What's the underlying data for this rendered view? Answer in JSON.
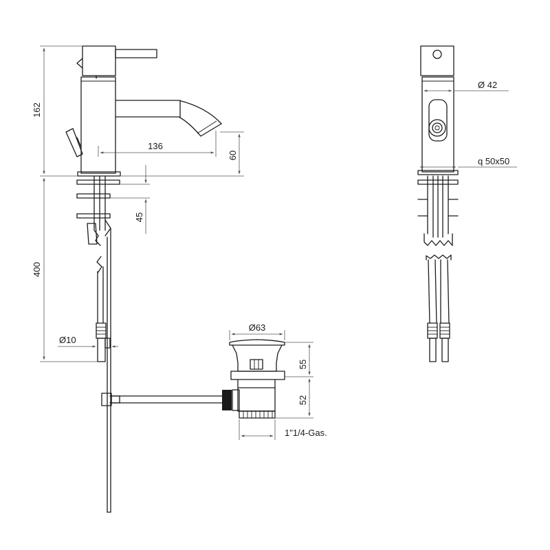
{
  "dimensions": {
    "faucet_height": "162",
    "spout_reach": "136",
    "spout_height": "60",
    "mount_depth": "45",
    "rod_length": "400",
    "rod_diameter": "Ø10",
    "waste_diameter": "Ø63",
    "waste_cap_height": "55",
    "waste_body_height": "52",
    "waste_thread": "1\"1/4-Gas.",
    "body_diameter": "Ø 42",
    "base_size": "q 50x50"
  }
}
